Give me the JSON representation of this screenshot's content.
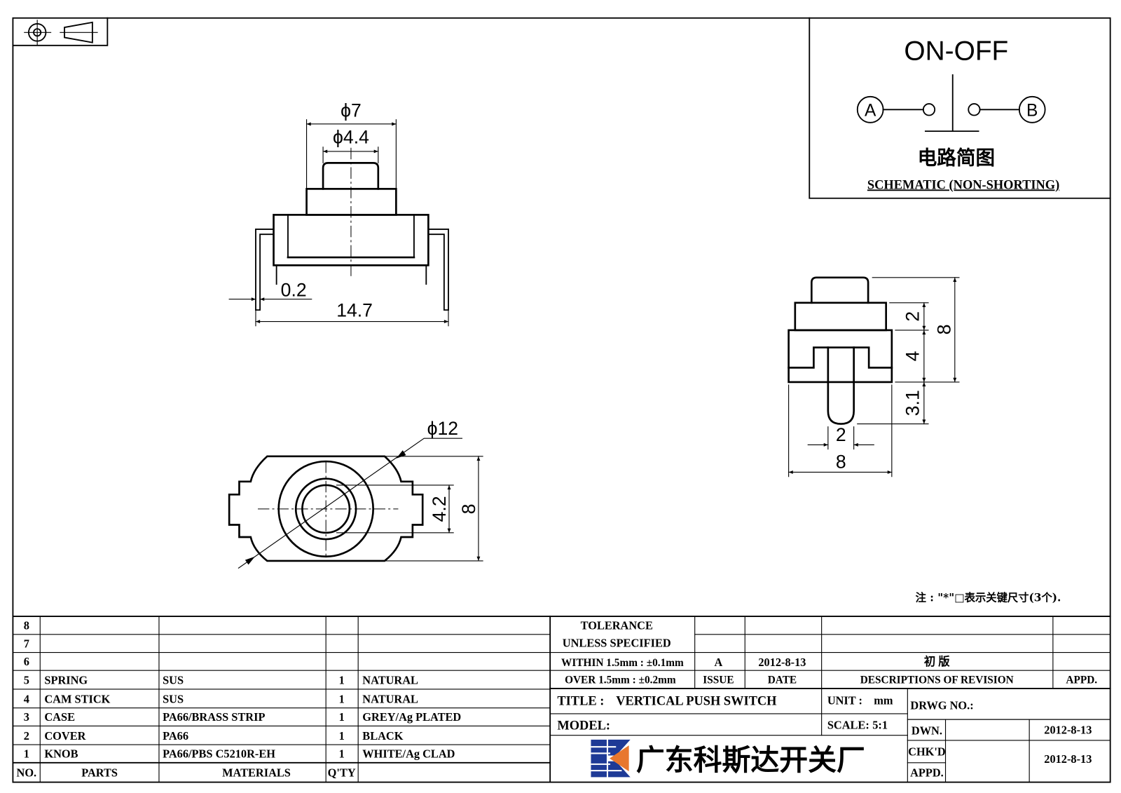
{
  "projection_symbol": {
    "icon": "first-angle-projection-icon"
  },
  "schematic": {
    "title": "ON-OFF",
    "terminal_a": "A",
    "terminal_b": "B",
    "label_cn": "电路简图",
    "label_en": "SCHEMATIC (NON-SHORTING)"
  },
  "front_view": {
    "dim_cap": "ϕ7",
    "dim_knob": "ϕ4.4",
    "dim_pin": "0.2",
    "dim_width": "14.7"
  },
  "bottom_view": {
    "dim_outer": "ϕ12",
    "dim_inner": "4.2",
    "dim_height": "8"
  },
  "side_view": {
    "dim_cap": "2",
    "dim_body": "4",
    "dim_stick": "3.1",
    "dim_total": "8",
    "dim_stick_width": "2",
    "dim_body_width": "8"
  },
  "note": "注 : \"*\"□表示关键尺寸(3个).",
  "parts_table": {
    "header": {
      "no": "NO.",
      "part": "PARTS",
      "material": "MATERIALS",
      "qty": "Q'TY"
    },
    "rows": [
      {
        "no": "8"
      },
      {
        "no": "7"
      },
      {
        "no": "6"
      },
      {
        "no": "5",
        "part": "SPRING",
        "material": "SUS",
        "qty": "1",
        "finish": "NATURAL"
      },
      {
        "no": "4",
        "part": "CAM STICK",
        "material": "SUS",
        "qty": "1",
        "finish": "NATURAL"
      },
      {
        "no": "3",
        "part": "CASE",
        "material": "PA66/BRASS STRIP",
        "qty": "1",
        "finish": "GREY/Ag PLATED"
      },
      {
        "no": "2",
        "part": "COVER",
        "material": "PA66",
        "qty": "1",
        "finish": "BLACK"
      },
      {
        "no": "1",
        "part": "KNOB",
        "material": "PA66/PBS C5210R-EH",
        "qty": "1",
        "finish": "WHITE/Ag CLAD"
      }
    ]
  },
  "title_block": {
    "tolerance": {
      "heading": "TOLERANCE",
      "subheading": "UNLESS SPECIFIED",
      "within": "WITHIN 1.5mm : ±0.1mm",
      "over": "OVER 1.5mm : ±0.2mm"
    },
    "revision": {
      "issue": "A",
      "date": "2012-8-13",
      "description": "初 版",
      "col_issue": "ISSUE",
      "col_date": "DATE",
      "col_description": "DESCRIPTIONS OF REVISION",
      "col_appd": "APPD."
    },
    "title_label": "TITLE :",
    "title": "VERTICAL PUSH SWITCH",
    "unit_label": "UNIT :",
    "unit": "mm",
    "drawing_no_label": "DRWG NO.:",
    "model_label": "MODEL:",
    "scale_label": "SCALE:",
    "scale": "5:1",
    "drawn_label": "DWN.",
    "drawn_date": "2012-8-13",
    "checked_label": "CHK'D",
    "checked_date": "2012-8-13",
    "approved_label": "APPD."
  },
  "company": {
    "name": "广东科斯达开关厂",
    "logo": "company-logo-icon"
  },
  "colors": {
    "line": "#000000",
    "logo_blue": "#1e3a96",
    "logo_orange": "#e8772e"
  }
}
